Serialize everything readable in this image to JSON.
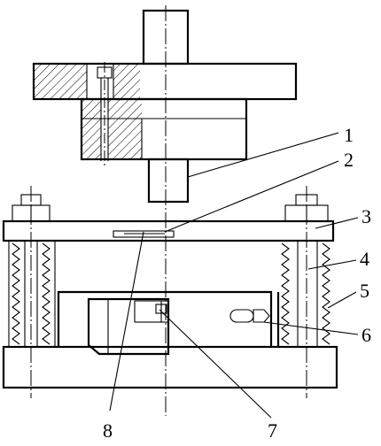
{
  "diagram": {
    "callouts": [
      {
        "id": 1,
        "label": "1"
      },
      {
        "id": 2,
        "label": "2"
      },
      {
        "id": 3,
        "label": "3"
      },
      {
        "id": 4,
        "label": "4"
      },
      {
        "id": 5,
        "label": "5"
      },
      {
        "id": 6,
        "label": "6"
      },
      {
        "id": 7,
        "label": "7"
      },
      {
        "id": 8,
        "label": "8"
      }
    ]
  },
  "colors": {
    "line": "#000000",
    "background": "#ffffff"
  }
}
